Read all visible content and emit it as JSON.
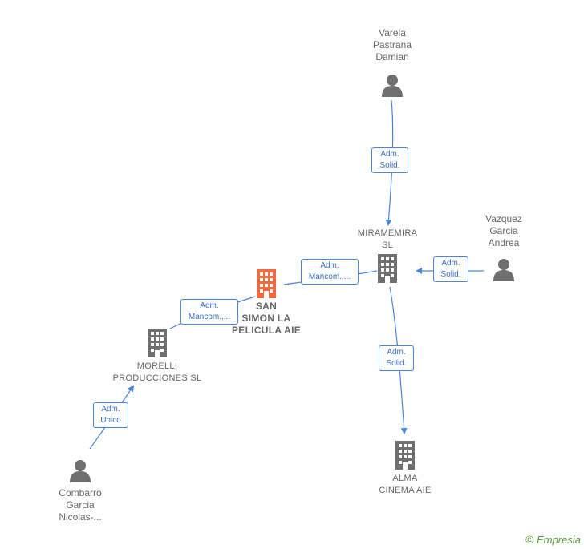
{
  "nodes": {
    "varela": {
      "label": "Varela\nPastrana\nDamian",
      "kind": "person"
    },
    "miramemira": {
      "label": "MIRAMEMIRA\nSL",
      "kind": "company"
    },
    "vazquez": {
      "label": "Vazquez\nGarcia\nAndrea",
      "kind": "person"
    },
    "san_simon": {
      "label": "SAN\nSIMON LA\nPELICULA AIE",
      "kind": "company-main"
    },
    "morelli": {
      "label": "MORELLI\nPRODUCCIONES SL",
      "kind": "company"
    },
    "combarro": {
      "label": "Combarro\nGarcia\nNicolas-...",
      "kind": "person"
    },
    "alma": {
      "label": "ALMA\nCINEMA AIE",
      "kind": "company"
    }
  },
  "edges": {
    "e1": {
      "line1": "Adm.",
      "line2": "Solid."
    },
    "e2": {
      "line1": "Adm.",
      "line2": "Solid."
    },
    "e3": {
      "line1": "Adm.",
      "line2": "Mancom.,..."
    },
    "e4": {
      "line1": "Adm.",
      "line2": "Mancom.,..."
    },
    "e5": {
      "line1": "Adm.",
      "line2": "Unico"
    },
    "e6": {
      "line1": "Adm.",
      "line2": "Solid."
    }
  },
  "brand": {
    "symbol": "©",
    "name": "Empresia"
  },
  "colors": {
    "edge": "#4a86d8",
    "node_gray": "#6f6f6f",
    "main_company": "#f26a3b"
  }
}
